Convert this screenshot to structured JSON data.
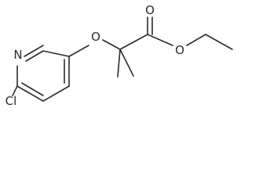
{
  "molecule": {
    "atoms": {
      "nitrogen": "N",
      "chlorine": "Cl",
      "ether_oxygen": "O",
      "carbonyl_oxygen": "O",
      "ester_oxygen": "O"
    }
  }
}
